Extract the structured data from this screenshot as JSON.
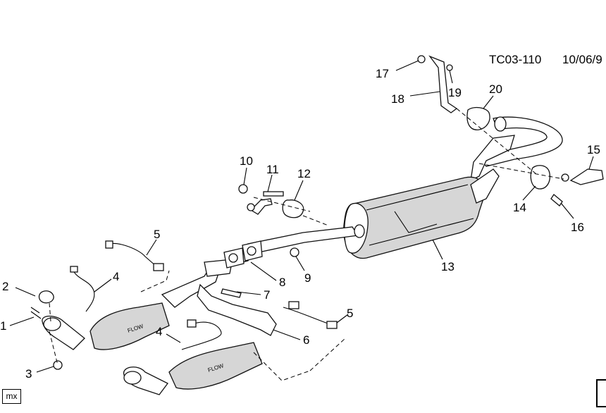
{
  "header": {
    "figure_id": "TC03-110",
    "date": "10/06/9"
  },
  "corner_mark": "mx",
  "flow_label": "FLOW",
  "callouts": [
    "1",
    "2",
    "3",
    "4",
    "4",
    "5",
    "5",
    "6",
    "7",
    "8",
    "9",
    "10",
    "11",
    "12",
    "13",
    "14",
    "15",
    "16",
    "17",
    "18",
    "19",
    "20"
  ]
}
